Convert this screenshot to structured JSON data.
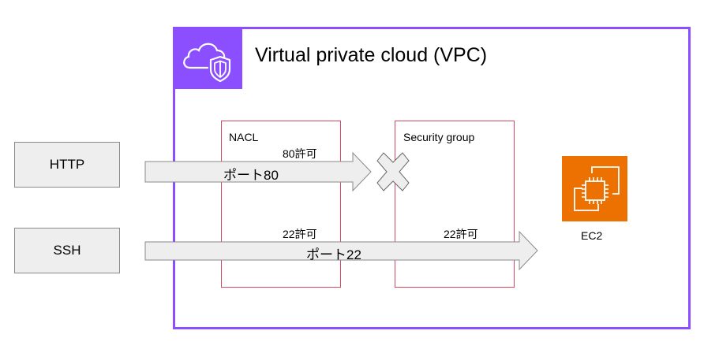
{
  "vpc": {
    "title": "Virtual private cloud (VPC)",
    "icon": "cloud-shield-icon",
    "border_color": "#8c4fff"
  },
  "sources": [
    {
      "label": "HTTP"
    },
    {
      "label": "SSH"
    }
  ],
  "zones": [
    {
      "label": "NACL",
      "rules": [
        "80許可",
        "22許可"
      ]
    },
    {
      "label": "Security group",
      "rules": [
        "22許可"
      ]
    }
  ],
  "flows": [
    {
      "label": "ポート80",
      "result": "blocked",
      "blocked_icon": "x-mark-icon"
    },
    {
      "label": "ポート22",
      "result": "allowed"
    }
  ],
  "target": {
    "label": "EC2",
    "icon": "ec2-chip-icon",
    "color": "#ed7100"
  },
  "colors": {
    "zone_border": "#d9475f",
    "arrow_fill": "#eeeeee",
    "arrow_stroke": "#8a8a8a"
  }
}
